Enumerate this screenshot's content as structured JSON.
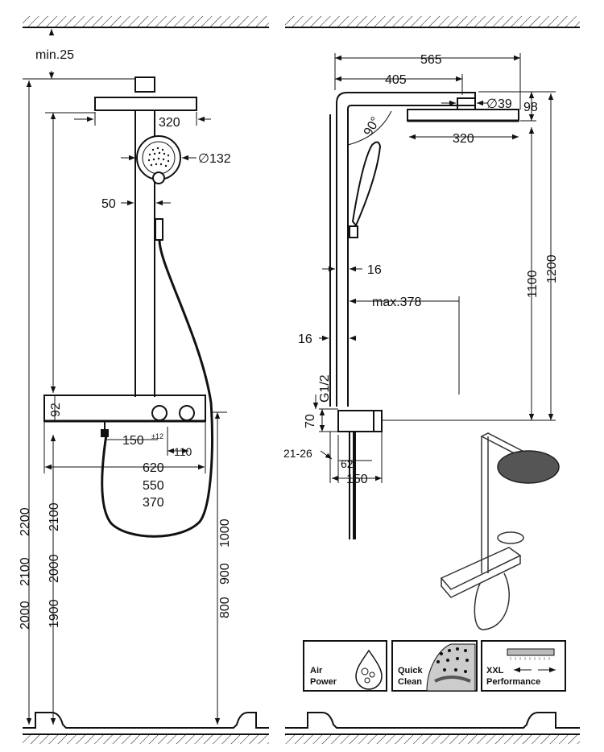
{
  "front": {
    "min_label": "min.25",
    "head_width": "320",
    "handshower_dia": "∅132",
    "bar_offset": "50",
    "thermostat_height": "92",
    "valve_spacing": "150",
    "valve_tolerance": "±12",
    "valve_offset": "110",
    "width_primary": "620",
    "width_alt1": "550",
    "width_alt2": "370",
    "height_a1": "2200",
    "height_a2": "2100",
    "height_a3": "2000",
    "height_b1": "2100",
    "height_b2": "2000",
    "height_b3": "1900",
    "dim_1000": "1000",
    "dim_900": "900",
    "dim_800": "800"
  },
  "side": {
    "overall_reach": "565",
    "arm_reach": "405",
    "arm_dia": "∅39",
    "head_height": "98",
    "head_width": "320",
    "swivel": "90°",
    "bar_width_upper": "16",
    "max_reach": "max.378",
    "bar_width_lower": "16",
    "connection": "G1/2",
    "conn_height": "70",
    "wall_distance": "21-26",
    "valve_depth": "62",
    "valve_spacing": "150",
    "h1100": "1100",
    "h1200": "1200"
  },
  "badges": [
    {
      "line1": "Air",
      "line2": "Power",
      "icon": "air-drops-icon"
    },
    {
      "line1": "Quick",
      "line2": "Clean",
      "icon": "nozzle-clean-icon"
    },
    {
      "line1": "XXL",
      "line2": "Performance",
      "icon": "wide-head-icon"
    }
  ]
}
